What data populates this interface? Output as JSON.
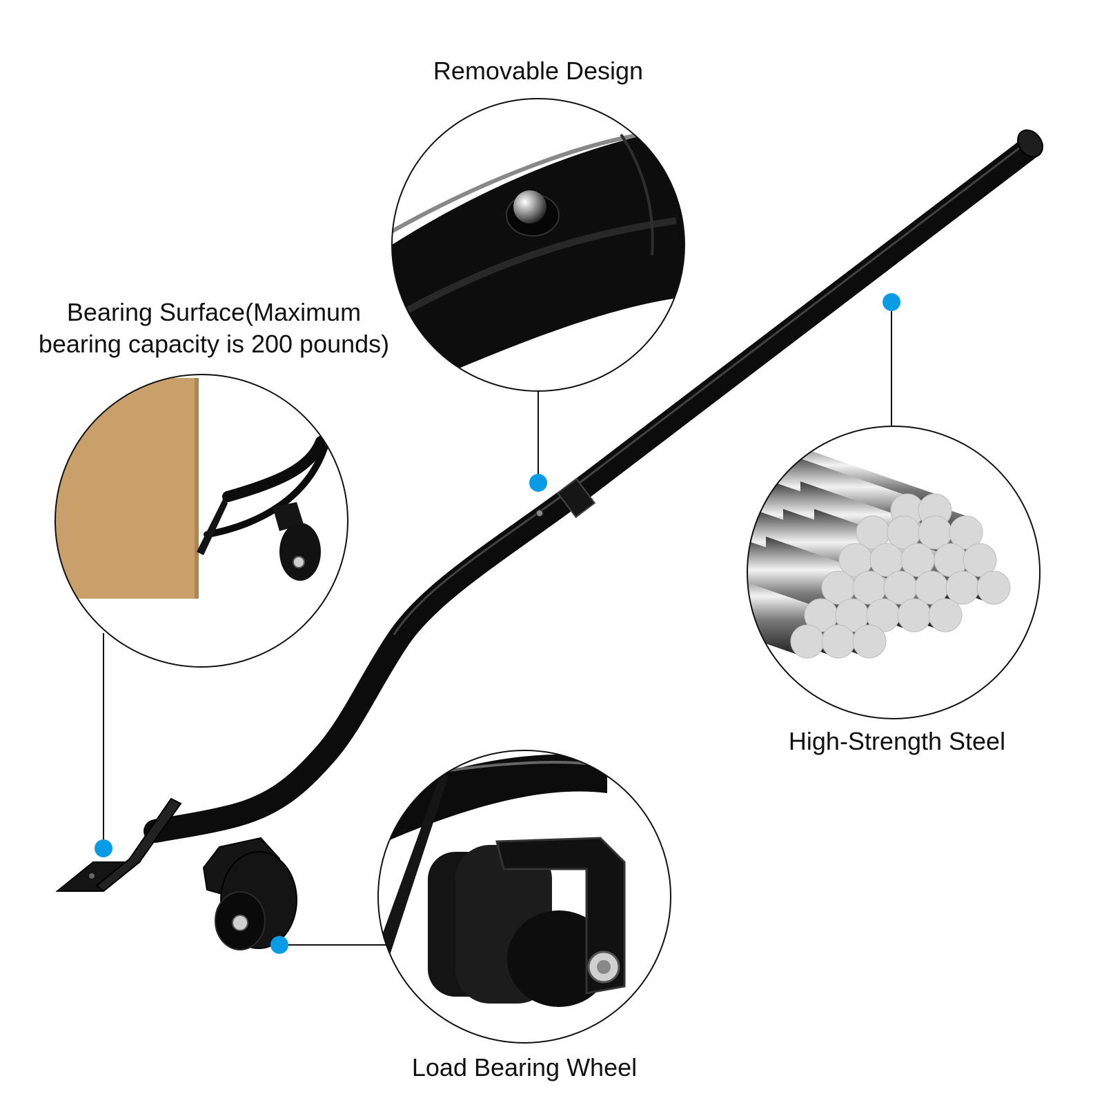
{
  "callouts": {
    "removable": {
      "label": "Removable Design"
    },
    "bearing": {
      "label_line1": "Bearing Surface(Maximum",
      "label_line2": "bearing capacity is 200 pounds)"
    },
    "steel": {
      "label": "High-Strength Steel"
    },
    "wheel": {
      "label": "Load Bearing Wheel"
    }
  },
  "colors": {
    "marker": "#0a9be6",
    "leader": "#111111",
    "circle_stroke": "#111111",
    "bar": "#0c0c0c",
    "cardboard": "#c9a06a",
    "steel_end": "#d8d8d8"
  }
}
